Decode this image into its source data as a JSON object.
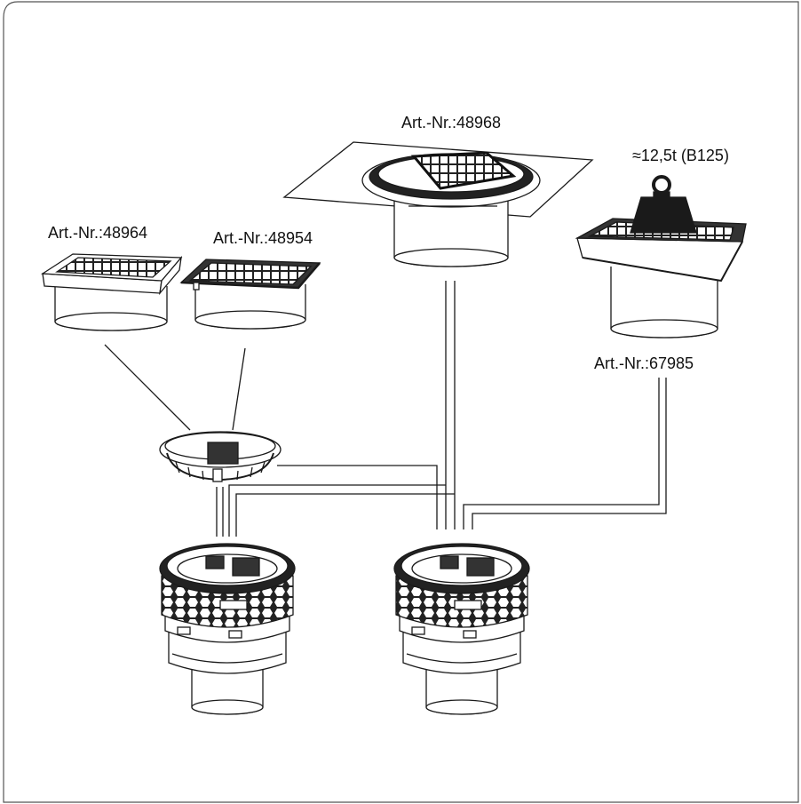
{
  "labels": {
    "art_48968": "Art.-Nr.:48968",
    "load_class": "≈12,5t (B125)",
    "art_48964": "Art.-Nr.:48964",
    "art_48954": "Art.-Nr.:48954",
    "art_67985": "Art.-Nr.:67985"
  },
  "colors": {
    "line": "#1a1a1a",
    "dark": "#222222",
    "frame": "#555555",
    "background": "#ffffff"
  },
  "icons": [
    "grate-square-icon",
    "grate-square-flange-icon",
    "grate-round-flange-icon",
    "grate-heavy-duty-icon",
    "weight-icon",
    "adapter-ring-icon",
    "drain-body-icon"
  ]
}
